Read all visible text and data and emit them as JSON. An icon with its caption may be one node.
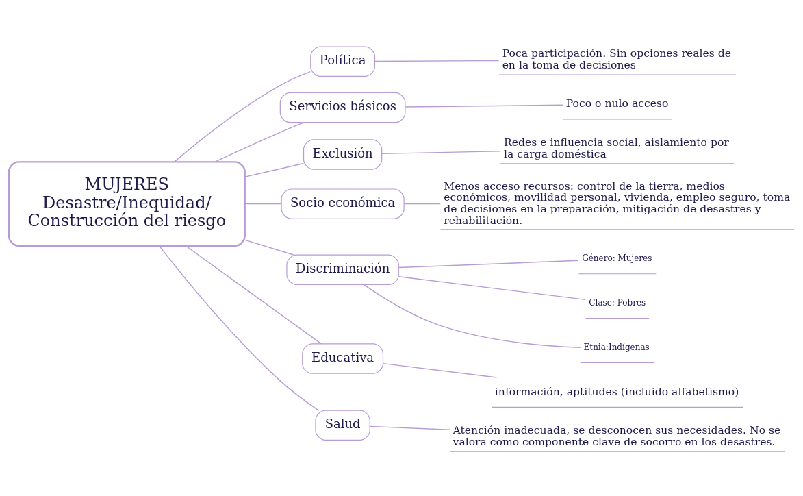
{
  "diagram": {
    "nodes": [
      {
        "text": [
          "MUJERES Desastre/Inequidad/ Construcción del riesgo"
        ]
      },
      {
        "text": [
          "Política"
        ]
      },
      {
        "text": [
          "Poca participación. Sin opciones reales de en la toma de decisiones"
        ]
      },
      {
        "text": [
          "Servicios básicos"
        ]
      },
      {
        "text": [
          "Poco o nulo acceso"
        ]
      },
      {
        "text": [
          "Exclusión"
        ]
      },
      {
        "text": [
          "Redes e influencia social, aislamiento por la carga doméstica"
        ]
      },
      {
        "text": [
          "Socio económica"
        ]
      },
      {
        "text": [
          "Menos acceso recursos: control de la tierra, medios económicos, movilidad personal, vivienda, empleo seguro, toma de decisiones en la preparación, mitigación de desastres y rehabilitación."
        ]
      },
      {
        "text": [
          "Discriminación"
        ]
      },
      {
        "text": [
          "Género: Mujeres"
        ]
      },
      {
        "text": [
          "Clase: Pobres"
        ]
      },
      {
        "text": [
          "Etnia:Indígenas"
        ]
      },
      {
        "text": [
          "Educativa"
        ]
      },
      {
        "text": [
          "información, aptitudes (incluido alfabetismo)"
        ]
      },
      {
        "text": [
          "Salud"
        ]
      },
      {
        "text": [
          "Atención inadecuada, se desconocen sus necesidades. No se valora como componente clave de socorro en los desastres."
        ]
      }
    ],
    "edges": [
      {
        "from": 0,
        "to": 1,
        "arrow": "none"
      },
      {
        "from": 1,
        "to": 2,
        "arrow": "none"
      },
      {
        "from": 0,
        "to": 3,
        "arrow": "none"
      },
      {
        "from": 3,
        "to": 4,
        "arrow": "none"
      },
      {
        "from": 0,
        "to": 5,
        "arrow": "none"
      },
      {
        "from": 5,
        "to": 6,
        "arrow": "none"
      },
      {
        "from": 0,
        "to": 7,
        "arrow": "none"
      },
      {
        "from": 7,
        "to": 8,
        "arrow": "none"
      },
      {
        "from": 0,
        "to": 9,
        "arrow": "none"
      },
      {
        "from": 9,
        "to": 10,
        "arrow": "none"
      },
      {
        "from": 9,
        "to": 11,
        "arrow": "none"
      },
      {
        "from": 9,
        "to": 12,
        "arrow": "none"
      },
      {
        "from": 0,
        "to": 13,
        "arrow": "none"
      },
      {
        "from": 13,
        "to": 14,
        "arrow": "none"
      },
      {
        "from": 0,
        "to": 15,
        "arrow": "none"
      },
      {
        "from": 15,
        "to": 16,
        "arrow": "none"
      }
    ]
  }
}
